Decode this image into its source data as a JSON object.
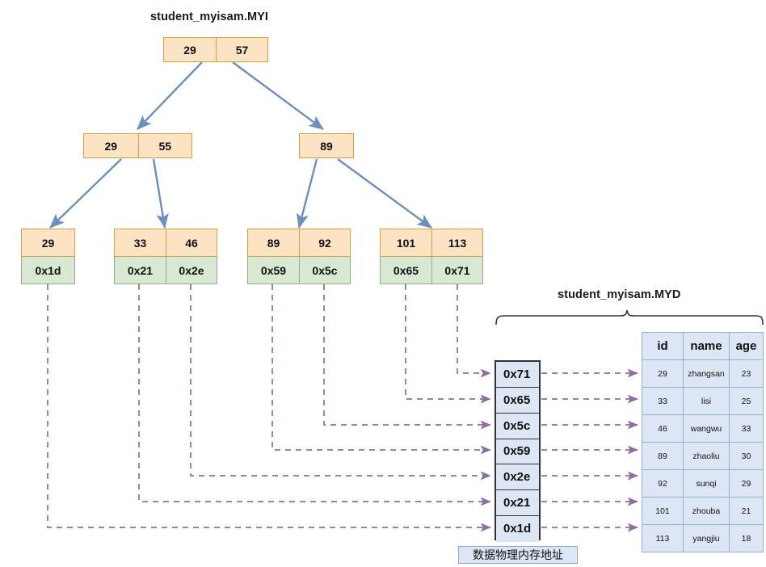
{
  "labels": {
    "index_file_title": "student_myisam.MYI",
    "data_file_title": "student_myisam.MYD",
    "address_caption": "数据物理内存地址"
  },
  "colors": {
    "key_fill": "#fce3c3",
    "key_border": "#d6a040",
    "pointer_fill": "#d9e8d2",
    "pointer_border": "#8fae87",
    "tree_edge": "#6b8fc0",
    "dashed_link": "#8c6f9e",
    "table_fill": "#dce6f5",
    "table_border": "#94b0d6",
    "addr_border": "#333333"
  },
  "btree": {
    "root": {
      "keys": [
        "29",
        "57"
      ]
    },
    "internal": [
      {
        "keys": [
          "29",
          "55"
        ]
      },
      {
        "keys": [
          "89"
        ]
      }
    ],
    "leaves": [
      {
        "keys": [
          "29"
        ],
        "pointers": [
          "0x1d"
        ]
      },
      {
        "keys": [
          "33",
          "46"
        ],
        "pointers": [
          "0x21",
          "0x2e"
        ]
      },
      {
        "keys": [
          "89",
          "92"
        ],
        "pointers": [
          "0x59",
          "0x5c"
        ]
      },
      {
        "keys": [
          "101",
          "113"
        ],
        "pointers": [
          "0x65",
          "0x71"
        ]
      }
    ]
  },
  "address_stack": [
    "0x71",
    "0x65",
    "0x5c",
    "0x59",
    "0x2e",
    "0x21",
    "0x1d"
  ],
  "myd_table": {
    "columns": [
      "id",
      "name",
      "age"
    ],
    "rows": [
      [
        "29",
        "zhangsan",
        "23"
      ],
      [
        "33",
        "lisi",
        "25"
      ],
      [
        "46",
        "wangwu",
        "33"
      ],
      [
        "89",
        "zhaoliu",
        "30"
      ],
      [
        "92",
        "sunqi",
        "29"
      ],
      [
        "101",
        "zhouba",
        "21"
      ],
      [
        "113",
        "yangjiu",
        "18"
      ]
    ]
  }
}
